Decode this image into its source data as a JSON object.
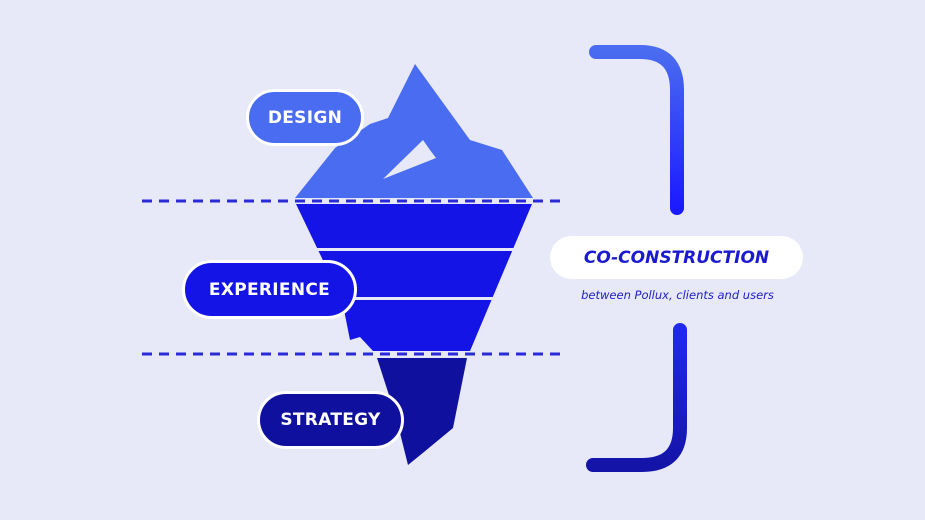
{
  "layers": {
    "design": "DESIGN",
    "experience": "EXPERIENCE",
    "strategy": "STRATEGY"
  },
  "co_construction": {
    "title": "CO-CONSTRUCTION",
    "subtitle": "between Pollux, clients and users"
  },
  "colors": {
    "background": "#e7e8f8",
    "top": "#4a6cf0",
    "middle": "#1414e6",
    "bottom": "#10109e"
  }
}
